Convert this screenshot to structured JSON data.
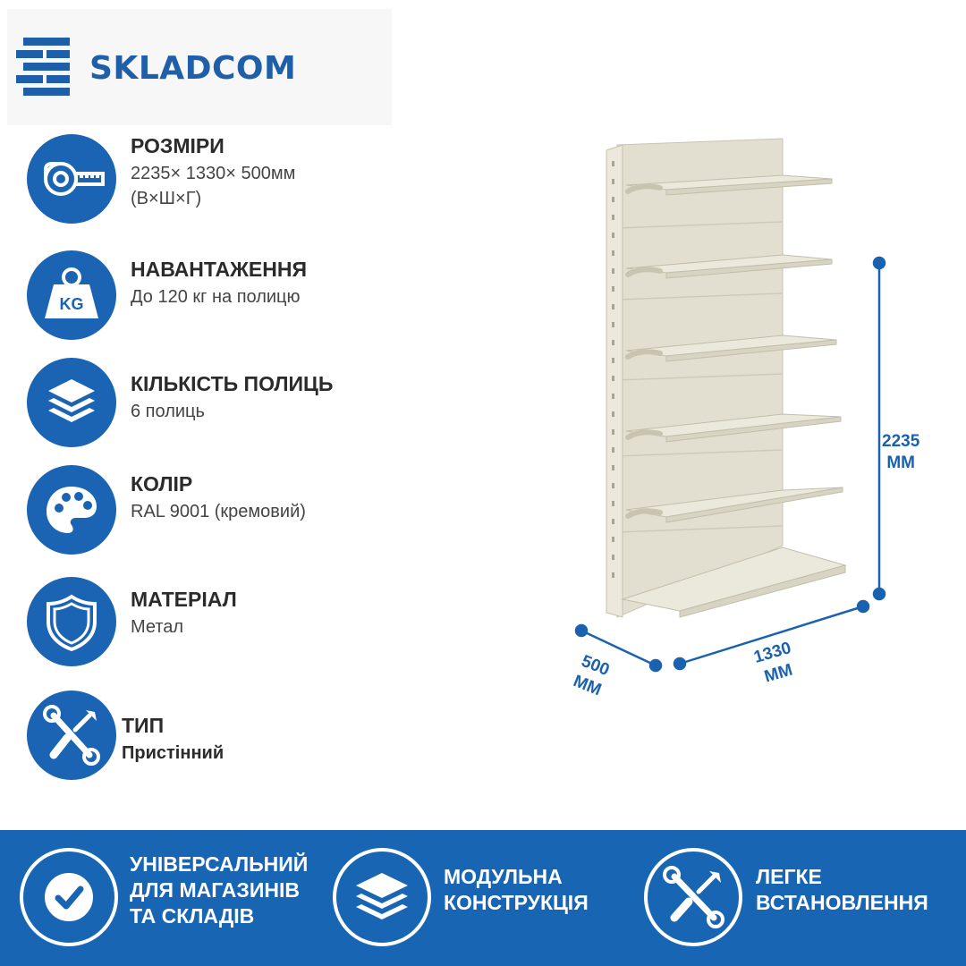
{
  "brand": {
    "name": "SKLADCOM",
    "primary_color": "#1b63b3",
    "logo_icon": "skladcom-logo-icon"
  },
  "specs": [
    {
      "icon": "tape-measure-icon",
      "title": "РОЗМІРИ",
      "lines": [
        "2235× 1330× 500мм",
        "(В×Ш×Г)"
      ]
    },
    {
      "icon": "kg-weight-icon",
      "title": "НАВАНТАЖЕННЯ",
      "lines": [
        "До 120 кг на полицю"
      ]
    },
    {
      "icon": "layers-icon",
      "title": "КІЛЬКІСТЬ ПОЛИЦЬ",
      "lines": [
        "6 полиць"
      ]
    },
    {
      "icon": "palette-icon",
      "title": "КОЛІР",
      "lines": [
        "RAL 9001 (кремовий)"
      ]
    },
    {
      "icon": "shield-icon",
      "title": "МАТЕРІАЛ",
      "lines": [
        "Метал"
      ]
    },
    {
      "icon": "tools-icon",
      "title": "ТИП",
      "lines": [
        "Пристінний"
      ]
    }
  ],
  "product": {
    "image": "cream-wall-shelving-rack",
    "color": "#e8e5d8",
    "dimensions": {
      "height": [
        "2235",
        "ММ"
      ],
      "width": [
        "1330",
        "ММ"
      ],
      "depth": [
        "500",
        "ММ"
      ]
    }
  },
  "benefits": [
    {
      "icon": "checkmark-icon",
      "lines": [
        "УНІВЕРСАЛЬНИЙ",
        "ДЛЯ МАГАЗИНІВ",
        "ТА СКЛАДІВ"
      ]
    },
    {
      "icon": "layers-icon",
      "lines": [
        "МОДУЛЬНА",
        "КОНСТРУКЦІЯ"
      ]
    },
    {
      "icon": "tools-icon",
      "lines": [
        "ЛЕГКЕ",
        "ВСТАНОВЛЕННЯ"
      ]
    }
  ]
}
